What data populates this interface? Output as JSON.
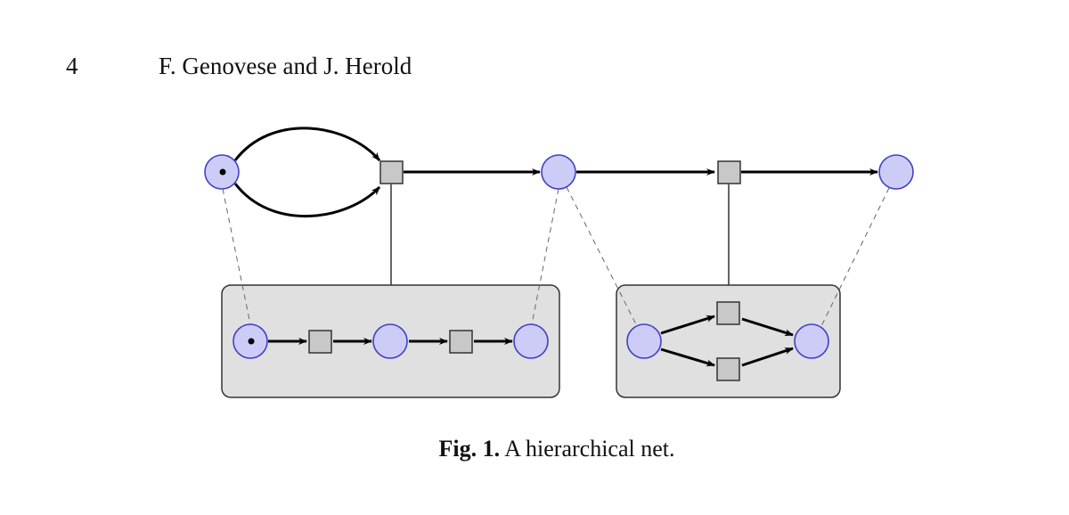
{
  "header": {
    "page_number": "4",
    "authors": "F. Genovese and J. Herold"
  },
  "caption": {
    "label": "Fig. 1.",
    "text": "A hierarchical net."
  },
  "colors": {
    "place_fill": "#ccccf7",
    "place_stroke": "#4040c8",
    "transition_fill": "#c8c8c8",
    "box_fill": "#e0e0e0",
    "edge": "#000000"
  }
}
